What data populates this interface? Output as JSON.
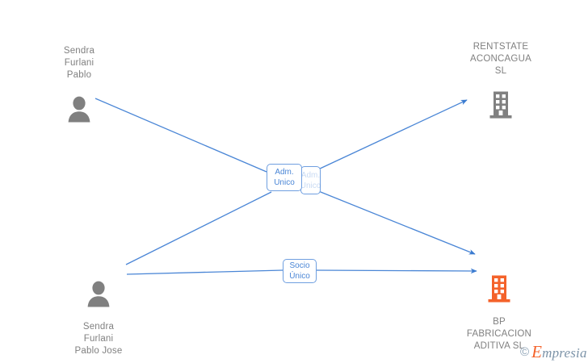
{
  "diagram": {
    "type": "relationship-graph",
    "background_color": "#ffffff",
    "edge_color": "#4a86d6",
    "person_icon_color": "#808080",
    "company_icon_colors": {
      "rentstate": "#808080",
      "bp_fabricacion": "#f4622a"
    },
    "label_text_color": "#808080",
    "edge_label_text_color": "#4a86d6",
    "nodes": [
      {
        "id": "person-top-left",
        "kind": "person",
        "icon": "person-icon",
        "label": "Sendra\nFurlani\nPablo",
        "label_position": "above"
      },
      {
        "id": "person-bottom-left",
        "kind": "person",
        "icon": "person-icon",
        "label": "Sendra\nFurlani\nPablo Jose",
        "label_position": "below"
      },
      {
        "id": "company-top-right",
        "kind": "company",
        "icon": "building-icon",
        "label": "RENTSTATE\nACONCAGUA\nSL",
        "label_position": "above"
      },
      {
        "id": "company-bottom-right",
        "kind": "company",
        "icon": "building-icon",
        "label": "BP\nFABRICACION\nADITIVA  SL",
        "label_position": "below"
      }
    ],
    "edge_labels": [
      {
        "id": "adm-unico-front",
        "text": "Adm.\nUnico",
        "state": "front"
      },
      {
        "id": "adm-unico-back",
        "text": "Adm.\nUnico",
        "state": "obscured"
      },
      {
        "id": "socio-unico",
        "text": "Socio\nÚnico",
        "state": "front"
      }
    ],
    "edges": [
      {
        "from": "person-top-left",
        "to": "company-top-right",
        "via": "adm-unico-front",
        "arrow": true
      },
      {
        "from": "person-bottom-left",
        "to": "company-bottom-right",
        "via": "adm-unico-front",
        "arrow": true
      },
      {
        "from": "person-bottom-left",
        "to": "company-bottom-right",
        "via": "socio-unico",
        "arrow": true
      }
    ]
  },
  "watermark": {
    "copyright": "©",
    "brand_initial": "E",
    "brand_rest": "mpresia"
  }
}
